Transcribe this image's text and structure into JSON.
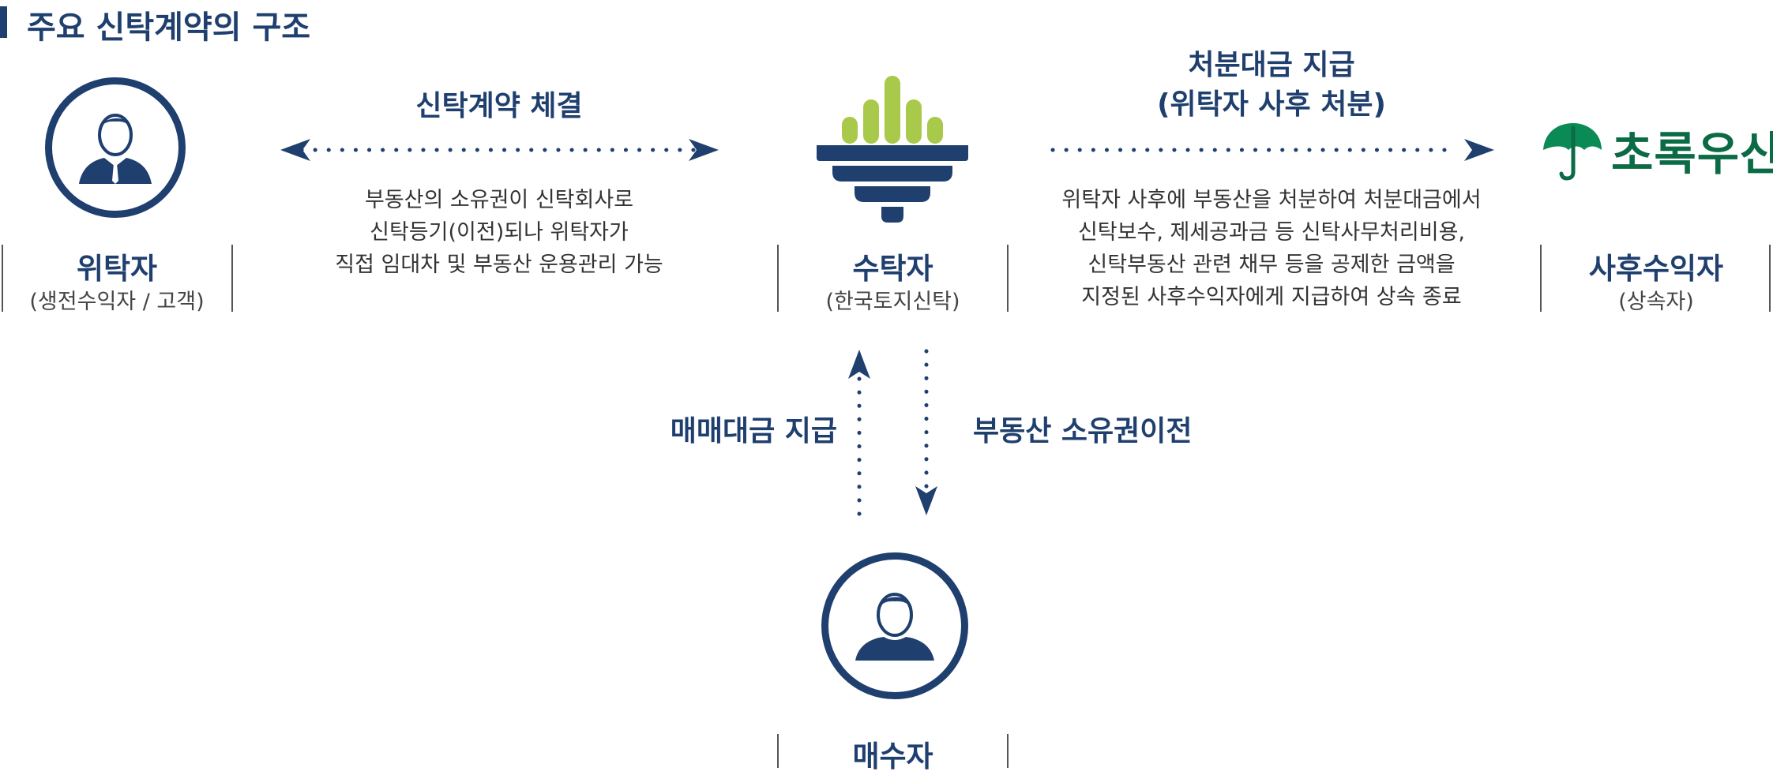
{
  "title": "주요 신탁계약의 구조",
  "colors": {
    "navy": "#1f3f6e",
    "green": "#a8c94a",
    "logo_green": "#0a6b45"
  },
  "nodes": {
    "settlor": {
      "name": "위탁자",
      "sub": "(생전수익자 / 고객)",
      "icon": "person-suit-icon"
    },
    "trustee": {
      "name": "수탁자",
      "sub": "(한국토지신탁)",
      "icon": "trust-company-logo-icon"
    },
    "beneficiary": {
      "name": "사후수익자",
      "sub": "(상속자)",
      "icon": "umbrella-logo-icon",
      "logo_text": "초록우산"
    },
    "buyer": {
      "name": "매수자",
      "icon": "person-icon"
    }
  },
  "edges": {
    "contract": {
      "label": "신탁계약 체결",
      "desc": [
        "부동산의 소유권이 신탁회사로",
        "신탁등기(이전)되나 위탁자가",
        "직접 임대차 및 부동산 운용관리 가능"
      ]
    },
    "payout": {
      "label_lines": [
        "처분대금 지급",
        "(위탁자 사후 처분)"
      ],
      "desc": [
        "위탁자 사후에 부동산을 처분하여 처분대금에서",
        "신탁보수, 제세공과금 등 신탁사무처리비용,",
        "신탁부동산 관련 채무 등을 공제한 금액을",
        "지정된 사후수익자에게 지급하여 상속 종료"
      ]
    },
    "payment": {
      "label": "매매대금 지급"
    },
    "transfer": {
      "label": "부동산 소유권이전"
    }
  }
}
